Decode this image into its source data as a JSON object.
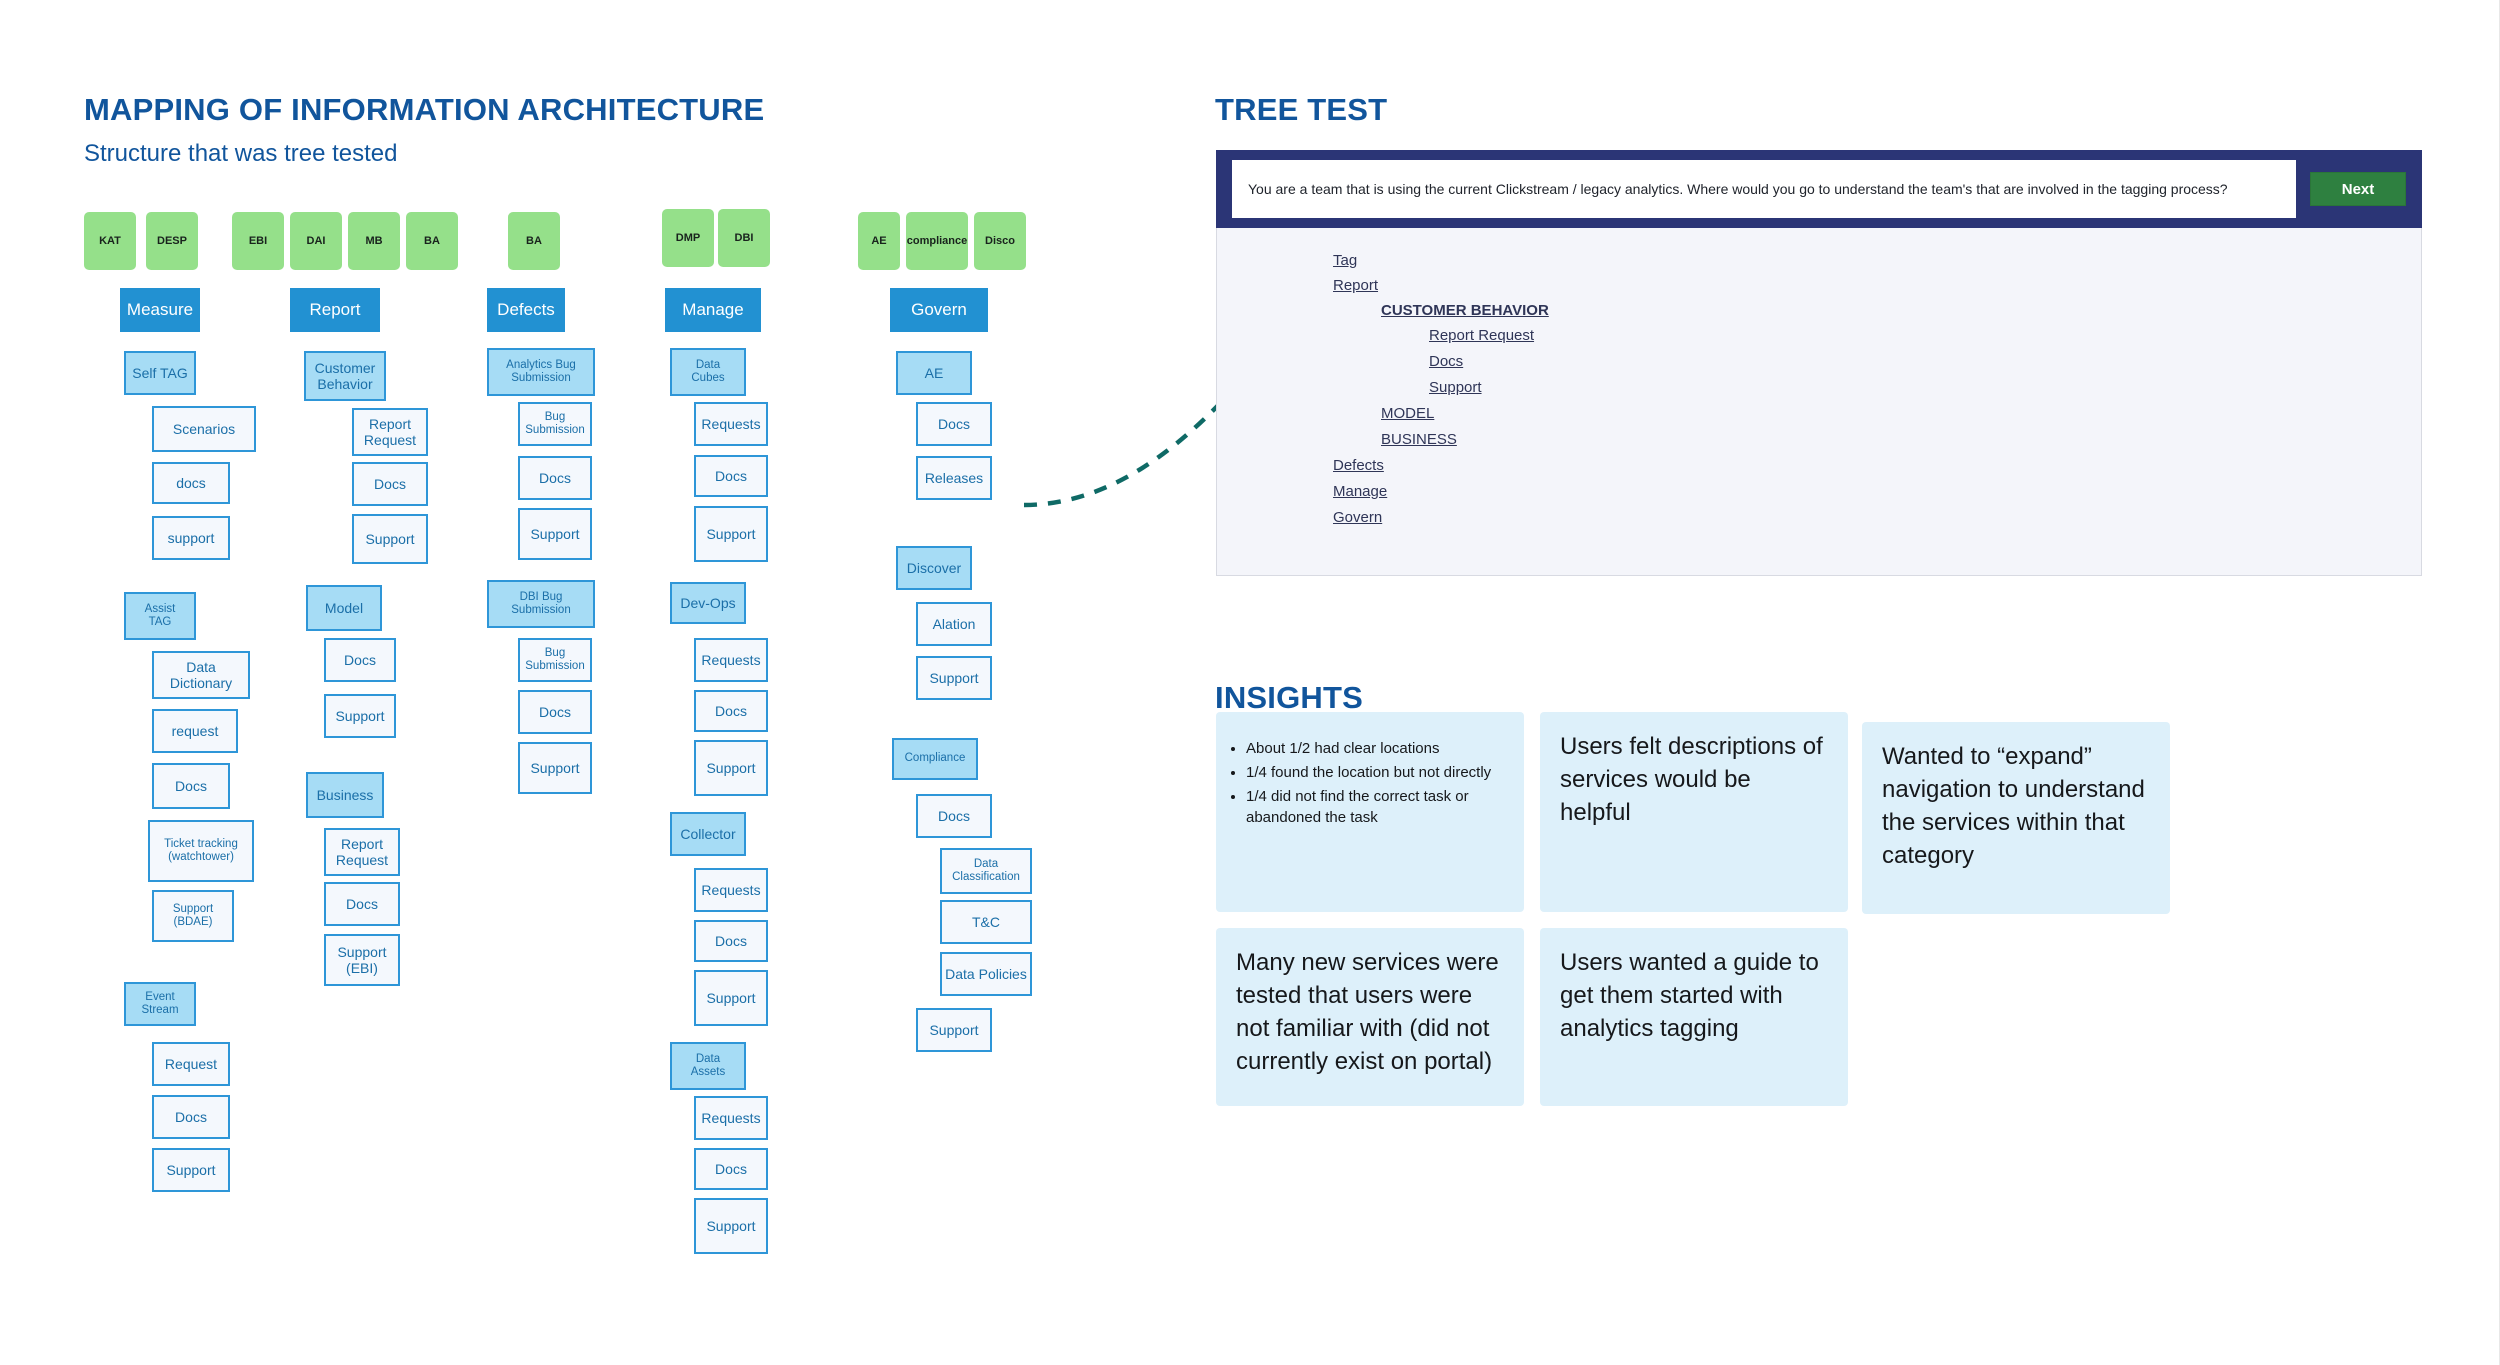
{
  "left": {
    "title": "MAPPING OF INFORMATION ARCHITECTURE",
    "subtitle": "Structure that was tree tested",
    "green_tags": [
      {
        "label": "KAT"
      },
      {
        "label": "DESP"
      },
      {
        "label": "EBI"
      },
      {
        "label": "DAI"
      },
      {
        "label": "MB"
      },
      {
        "label": "BA"
      },
      {
        "label": "BA"
      },
      {
        "label": "DMP"
      },
      {
        "label": "DBI"
      },
      {
        "label": "AE"
      },
      {
        "label": "compliance"
      },
      {
        "label": "Disco"
      }
    ],
    "columns": [
      {
        "root": "Measure",
        "nodes": [
          {
            "label": "Self TAG"
          },
          {
            "label": "Scenarios"
          },
          {
            "label": "docs"
          },
          {
            "label": "support"
          },
          {
            "label": "Assist\nTAG"
          },
          {
            "label": "Data\nDictionary"
          },
          {
            "label": "request"
          },
          {
            "label": "Docs"
          },
          {
            "label": "Ticket tracking\n(watchtower)"
          },
          {
            "label": "Support\n(BDAE)"
          },
          {
            "label": "Event\nStream"
          },
          {
            "label": "Request"
          },
          {
            "label": "Docs"
          },
          {
            "label": "Support"
          }
        ]
      },
      {
        "root": "Report",
        "nodes": [
          {
            "label": "Customer\nBehavior"
          },
          {
            "label": "Report\nRequest"
          },
          {
            "label": "Docs"
          },
          {
            "label": "Support"
          },
          {
            "label": "Model"
          },
          {
            "label": "Docs"
          },
          {
            "label": "Support"
          },
          {
            "label": "Business"
          },
          {
            "label": "Report\nRequest"
          },
          {
            "label": "Docs"
          },
          {
            "label": "Support\n(EBI)"
          }
        ]
      },
      {
        "root": "Defects",
        "nodes": [
          {
            "label": "Analytics Bug\nSubmission"
          },
          {
            "label": "Bug\nSubmission"
          },
          {
            "label": "Docs"
          },
          {
            "label": "Support"
          },
          {
            "label": "DBI Bug\nSubmission"
          },
          {
            "label": "Bug\nSubmission"
          },
          {
            "label": "Docs"
          },
          {
            "label": "Support"
          }
        ]
      },
      {
        "root": "Manage",
        "nodes": [
          {
            "label": "Data\nCubes"
          },
          {
            "label": "Requests"
          },
          {
            "label": "Docs"
          },
          {
            "label": "Support"
          },
          {
            "label": "Dev-Ops"
          },
          {
            "label": "Requests"
          },
          {
            "label": "Docs"
          },
          {
            "label": "Support"
          },
          {
            "label": "Collector"
          },
          {
            "label": "Requests"
          },
          {
            "label": "Docs"
          },
          {
            "label": "Support"
          },
          {
            "label": "Data\nAssets"
          },
          {
            "label": "Requests"
          },
          {
            "label": "Docs"
          },
          {
            "label": "Support"
          }
        ]
      },
      {
        "root": "Govern",
        "nodes": [
          {
            "label": "AE"
          },
          {
            "label": "Docs"
          },
          {
            "label": "Releases"
          },
          {
            "label": "Discover"
          },
          {
            "label": "Alation"
          },
          {
            "label": "Support"
          },
          {
            "label": "Compliance"
          },
          {
            "label": "Docs"
          },
          {
            "label": "Data\nClassification"
          },
          {
            "label": "T&C"
          },
          {
            "label": "Data Policies"
          },
          {
            "label": "Support"
          }
        ]
      }
    ]
  },
  "tree_test": {
    "title": "TREE TEST",
    "question": "You are a team that is using the current Clickstream / legacy analytics. Where would you go to understand the team's that are involved in the tagging process?",
    "next_label": "Next",
    "links": [
      {
        "label": "Tag",
        "indent": 0,
        "bold": false
      },
      {
        "label": "Report",
        "indent": 0,
        "bold": false
      },
      {
        "label": "CUSTOMER BEHAVIOR",
        "indent": 1,
        "bold": true
      },
      {
        "label": "Report Request",
        "indent": 2,
        "bold": false
      },
      {
        "label": "Docs",
        "indent": 2,
        "bold": false
      },
      {
        "label": "Support",
        "indent": 2,
        "bold": false
      },
      {
        "label": "MODEL",
        "indent": 1,
        "bold": false
      },
      {
        "label": "BUSINESS",
        "indent": 1,
        "bold": false
      },
      {
        "label": "Defects",
        "indent": 0,
        "bold": false
      },
      {
        "label": "Manage",
        "indent": 0,
        "bold": false
      },
      {
        "label": "Govern",
        "indent": 0,
        "bold": false
      }
    ]
  },
  "insights": {
    "title": "INSIGHTS",
    "bullet_card": [
      "About 1/2 had clear locations",
      "1/4 found the location but not directly",
      "1/4 did not find the correct task or abandoned the task"
    ],
    "cards": [
      "Users felt descriptions of services would be helpful",
      "Wanted to “expand” navigation to understand the services within that category",
      "Many new services were tested that users were not familiar with (did not currently exist on portal)",
      "Users wanted a guide to get them started with analytics tagging"
    ]
  },
  "colors": {
    "heading_blue": "#11559c",
    "level1_blue": "#2291d2",
    "level2_blue": "#a6dcf5",
    "green_tag": "#95e08a",
    "panel_navy": "#2b3576",
    "next_green": "#2e8040",
    "insight_card": "#ddf0fa",
    "arrow_teal": "#0f6a66"
  }
}
